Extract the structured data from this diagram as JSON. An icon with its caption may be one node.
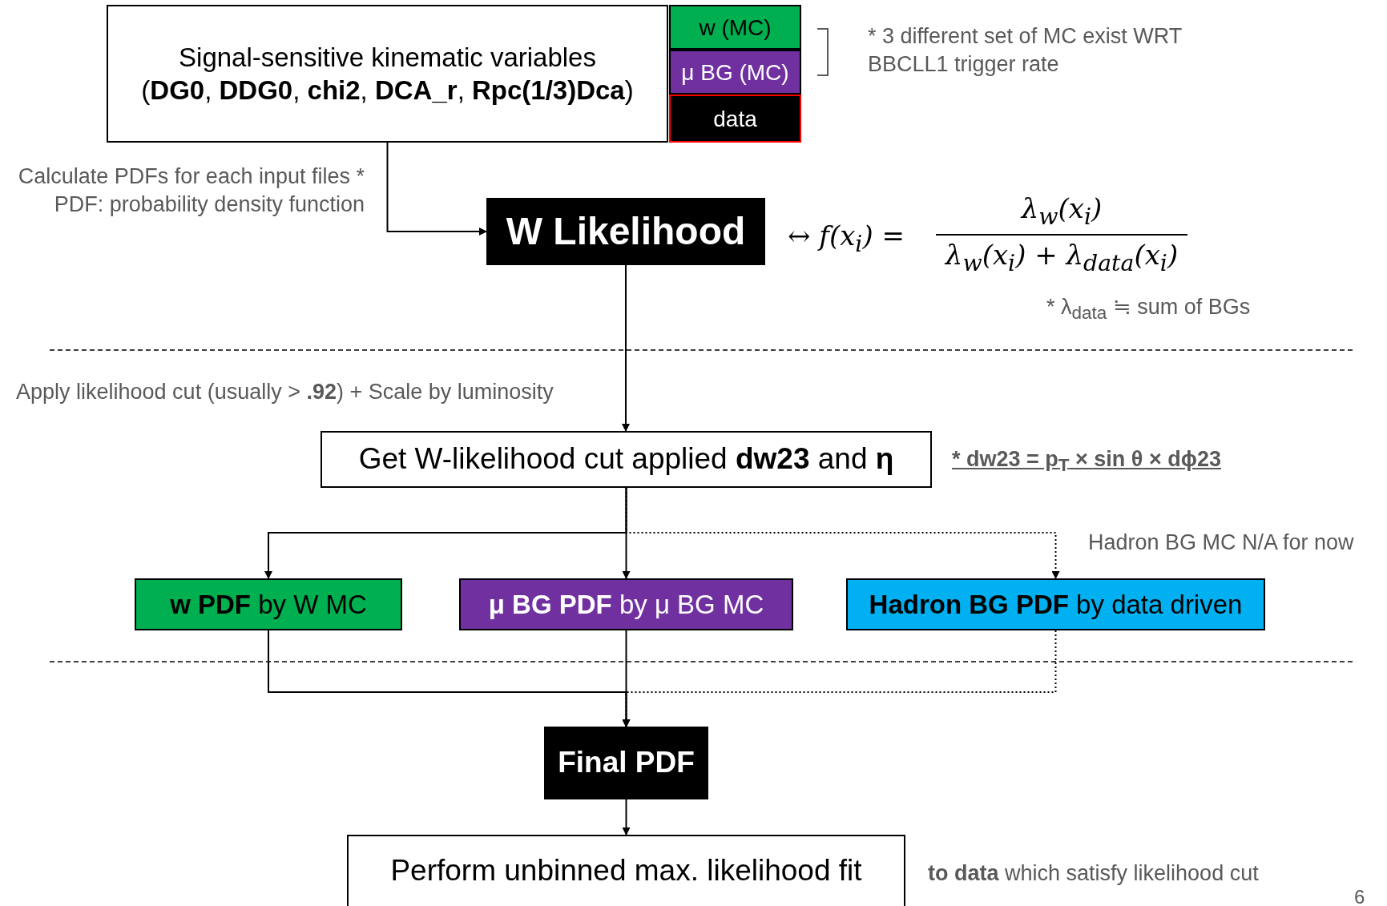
{
  "diagram": {
    "nodes": [
      {
        "text": [
          "Signal-sensitive kinematic variables",
          "(**DG0**, **DDG0**, **chi2**, **DCA_r**, **Rpc(1/3)Dca**)"
        ]
      },
      {
        "text": [
          "w (MC)"
        ]
      },
      {
        "text": [
          "μ BG (MC)"
        ]
      },
      {
        "text": [
          "data"
        ]
      },
      {
        "text": [
          "W Likelihood"
        ]
      },
      {
        "text": [
          "Get W-likelihood cut applied **dw23** and **η**"
        ]
      },
      {
        "text": [
          "**w PDF** by W MC"
        ]
      },
      {
        "text": [
          "**μ BG PDF** by μ BG MC"
        ]
      },
      {
        "text": [
          "**Hadron BG PDF** by data driven"
        ]
      },
      {
        "text": [
          "Final PDF"
        ]
      },
      {
        "text": [
          "Perform unbinned max. likelihood fit"
        ]
      }
    ],
    "edges": [
      {
        "from": 0,
        "to": 4,
        "arrow": "to"
      },
      {
        "from": 4,
        "to": 5,
        "arrow": "to"
      },
      {
        "from": 5,
        "to": 6,
        "arrow": "to"
      },
      {
        "from": 5,
        "to": 7,
        "arrow": "to"
      },
      {
        "from": 5,
        "to": 8,
        "arrow": "to",
        "style": "dashed"
      },
      {
        "from": 6,
        "to": 9,
        "arrow": "to"
      },
      {
        "from": 7,
        "to": 9,
        "arrow": "to"
      },
      {
        "from": 8,
        "to": 9,
        "arrow": "to",
        "style": "dashed"
      },
      {
        "from": 9,
        "to": 10,
        "arrow": "to"
      }
    ],
    "labels": [
      "* 3 different set of MC exist WRT BBCLL1 trigger rate",
      "Calculate PDFs for each input files * PDF: probability density function",
      "↔ f(x$_{i}$) =",
      "λ$_{w}$(x$_{i}$)",
      "λ$_{w}$(x$_{i}$) + λ$_{data}$(x$_{i}$)",
      "* λ$_{data}$ ≒ sum of BGs",
      "Apply likelihood cut (usually > **.92**) + Scale by luminosity",
      "* dw23 = p$_{T}$ × sin θ × dϕ23",
      "Hadron BG MC N/A for now",
      "**to data** which satisfy likelihood cut",
      "6"
    ]
  }
}
